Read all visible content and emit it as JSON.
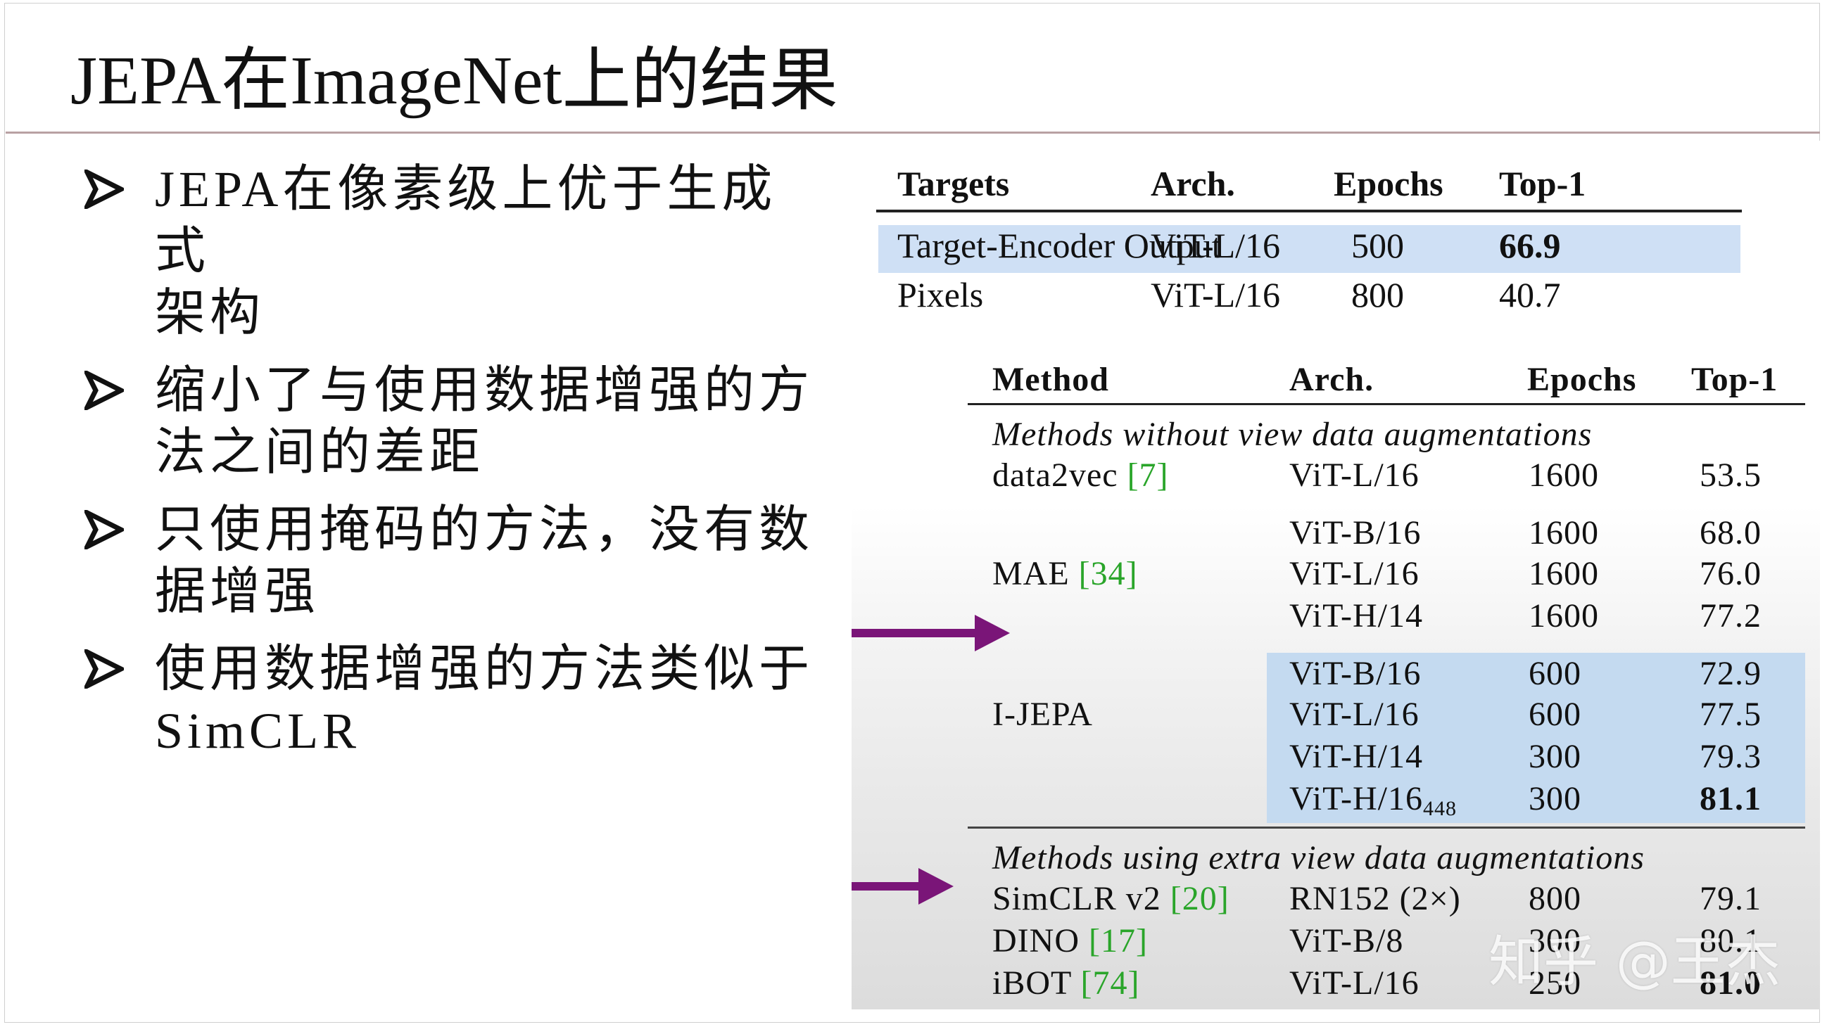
{
  "title": "JEPA在ImageNet上的结果",
  "bullets": [
    {
      "line1": "JEPA在像素级上优于生成式",
      "line2": "架构"
    },
    {
      "line1": "缩小了与使用数据增强的方",
      "line2": "法之间的差距"
    },
    {
      "line1": "只使用掩码的方法，没有数",
      "line2": "据增强"
    },
    {
      "line1": "使用数据增强的方法类似于",
      "line2": "SimCLR"
    }
  ],
  "table_targets": {
    "headers": {
      "targets": "Targets",
      "arch": "Arch.",
      "epochs": "Epochs",
      "top1": "Top-1"
    },
    "rows": [
      {
        "target": "Target-Encoder Output",
        "arch": "ViT-L/16",
        "epochs": "500",
        "top1": "66.9"
      },
      {
        "target": "Pixels",
        "arch": "ViT-L/16",
        "epochs": "800",
        "top1": "40.7"
      }
    ]
  },
  "table_methods": {
    "headers": {
      "method": "Method",
      "arch": "Arch.",
      "epochs": "Epochs",
      "top1": "Top-1"
    },
    "section_no_aug": "Methods without view data augmentations",
    "data2vec": {
      "name": "data2vec",
      "ref": "[7]",
      "arch": "ViT-L/16",
      "epochs": "1600",
      "top1": "53.5"
    },
    "mae": {
      "name": "MAE",
      "ref": "[34]",
      "rows": [
        {
          "arch": "ViT-B/16",
          "epochs": "1600",
          "top1": "68.0"
        },
        {
          "arch": "ViT-L/16",
          "epochs": "1600",
          "top1": "76.0"
        },
        {
          "arch": "ViT-H/14",
          "epochs": "1600",
          "top1": "77.2"
        }
      ]
    },
    "ijepa": {
      "name": "I-JEPA",
      "rows": [
        {
          "arch": "ViT-B/16",
          "epochs": "600",
          "top1": "72.9"
        },
        {
          "arch": "ViT-L/16",
          "epochs": "600",
          "top1": "77.5"
        },
        {
          "arch": "ViT-H/14",
          "epochs": "300",
          "top1": "79.3"
        },
        {
          "arch": "ViT-H/16",
          "arch_sub": "448",
          "epochs": "300",
          "top1": "81.1"
        }
      ]
    },
    "section_aug": "Methods using extra view data augmentations",
    "aug_rows": [
      {
        "name": "SimCLR v2",
        "ref": "[20]",
        "arch": "RN152 (2×)",
        "epochs": "800",
        "top1": "79.1"
      },
      {
        "name": "DINO",
        "ref": "[17]",
        "arch": "ViT-B/8",
        "epochs": "300",
        "top1": "80.1"
      },
      {
        "name": "iBOT",
        "ref": "[74]",
        "arch": "ViT-L/16",
        "epochs": "250",
        "top1": "81.0"
      }
    ]
  },
  "watermark": "知乎 @王杰",
  "colors": {
    "arrow": "#7a1578",
    "highlight": "#c4daf0",
    "ref_green": "#2aa52a",
    "title_rule": "#b9a1a3"
  }
}
